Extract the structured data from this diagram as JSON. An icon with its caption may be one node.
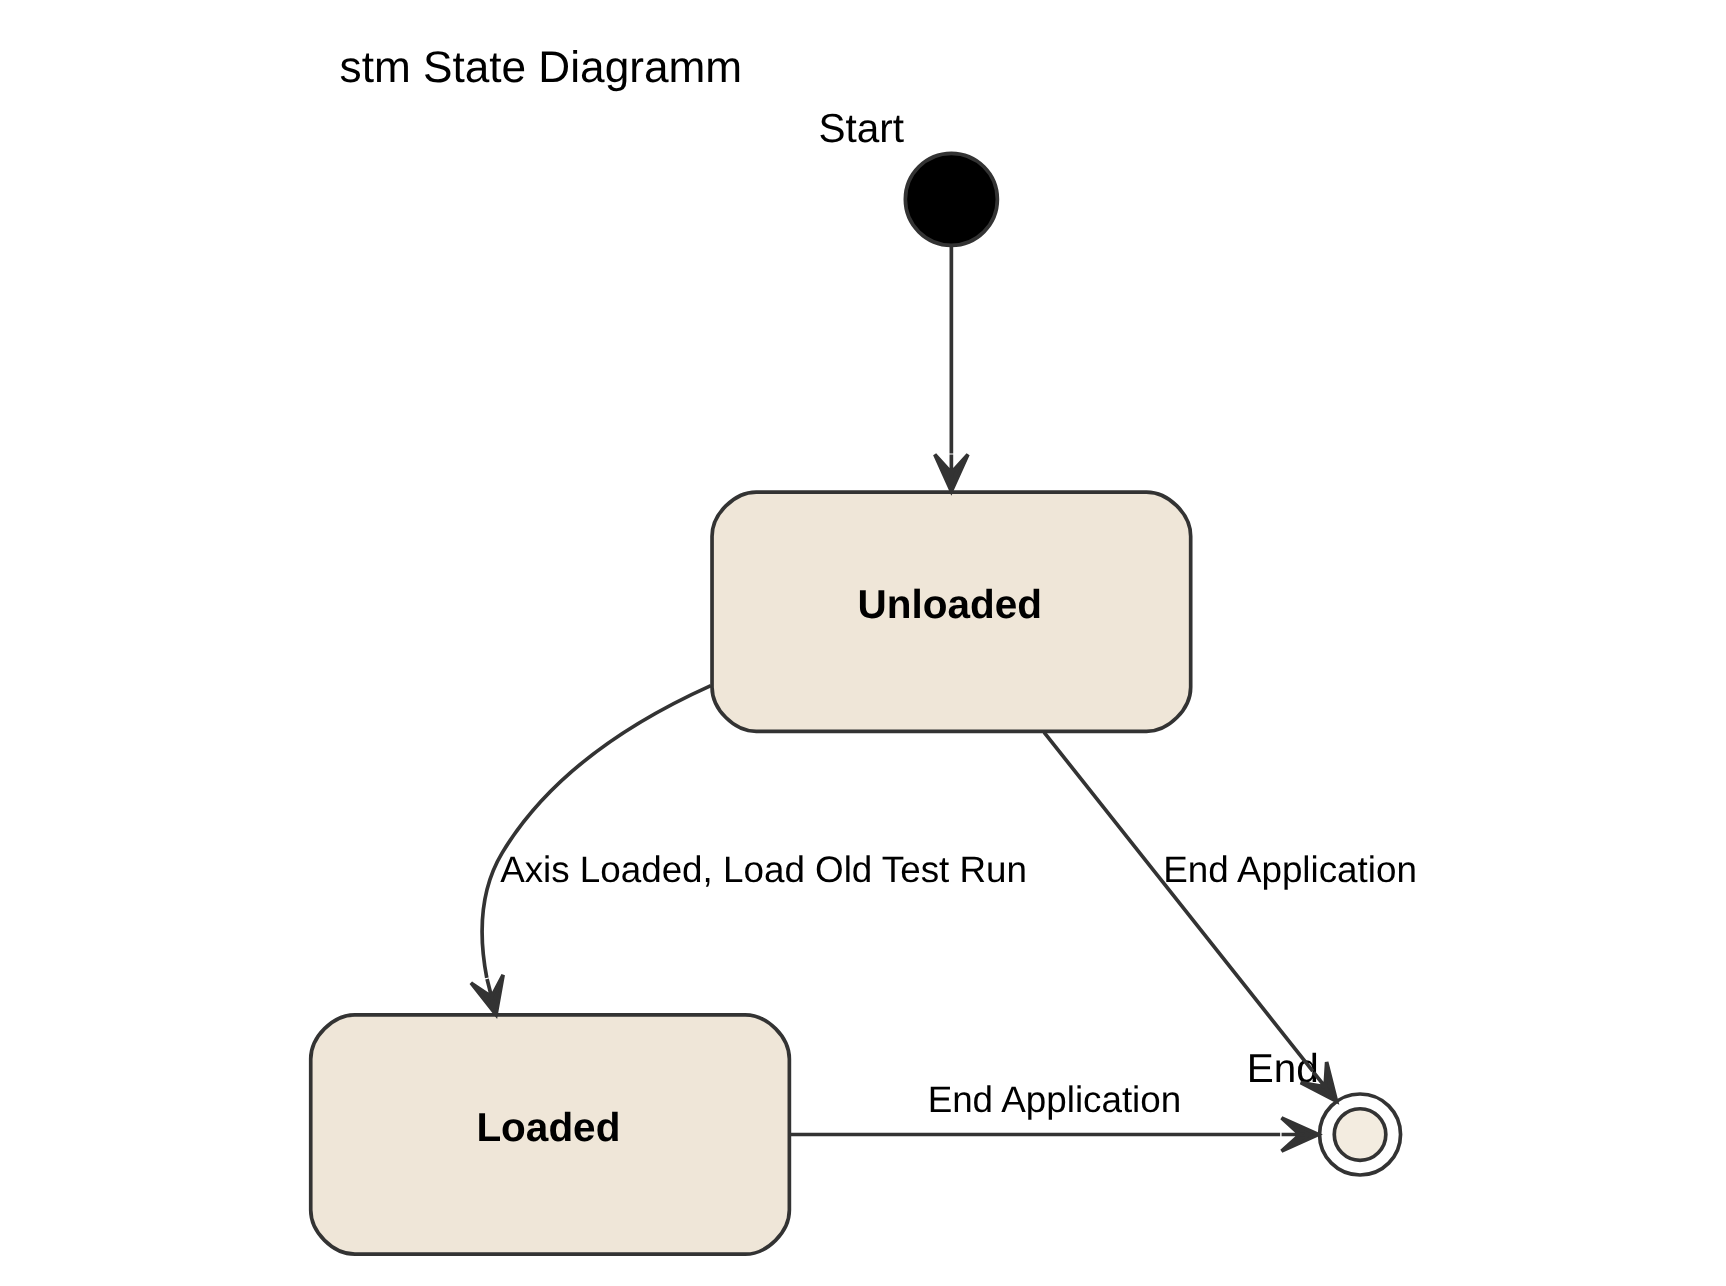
{
  "diagram": {
    "title": "stm State Diagramm",
    "nodes": [
      {
        "text": [],
        "shape": "circle",
        "beside": [
          "Start"
        ]
      },
      {
        "text": [
          "Unloaded"
        ]
      },
      {
        "text": [
          "Loaded"
        ]
      },
      {
        "text": [],
        "shape": "circle",
        "beside": [
          "End"
        ]
      }
    ],
    "edges": [
      {
        "from": 0,
        "to": 1,
        "arrow": "to"
      },
      {
        "from": 1,
        "to": 3,
        "arrow": "to",
        "label": "End Application"
      },
      {
        "from": 1,
        "to": 2,
        "arrow": "to",
        "label": "Axis Loaded, Load Old Test Run"
      },
      {
        "from": 2,
        "to": 3,
        "arrow": "to",
        "label": "End Application"
      }
    ]
  }
}
